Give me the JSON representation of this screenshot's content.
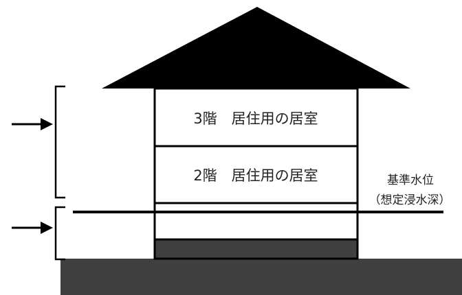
{
  "floors": [
    {
      "label": "3階　居住用の居室"
    },
    {
      "label": "2階　居住用の居室"
    }
  ],
  "water_level": {
    "line1": "基準水位",
    "line2": "（想定浸水深）"
  },
  "colors": {
    "roof": "#000000",
    "ground": "#404040",
    "foundation": "#404040",
    "line": "#000000",
    "background": "#ffffff"
  }
}
